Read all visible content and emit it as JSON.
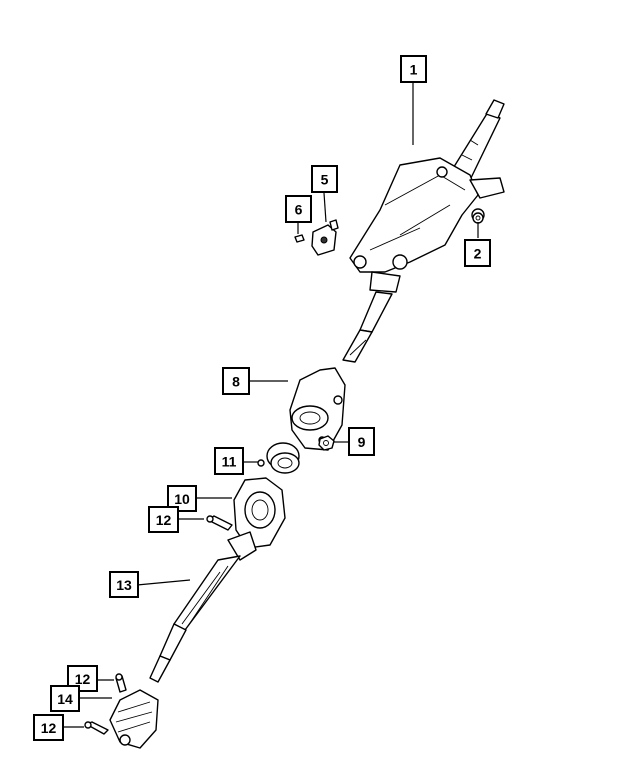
{
  "callouts": [
    {
      "id": "1",
      "label": "1"
    },
    {
      "id": "2",
      "label": "2"
    },
    {
      "id": "5",
      "label": "5"
    },
    {
      "id": "6",
      "label": "6"
    },
    {
      "id": "8",
      "label": "8"
    },
    {
      "id": "9",
      "label": "9"
    },
    {
      "id": "10",
      "label": "10"
    },
    {
      "id": "11",
      "label": "11"
    },
    {
      "id": "12a",
      "label": "12"
    },
    {
      "id": "13",
      "label": "13"
    },
    {
      "id": "12b",
      "label": "12"
    },
    {
      "id": "14",
      "label": "14"
    },
    {
      "id": "12c",
      "label": "12"
    }
  ]
}
